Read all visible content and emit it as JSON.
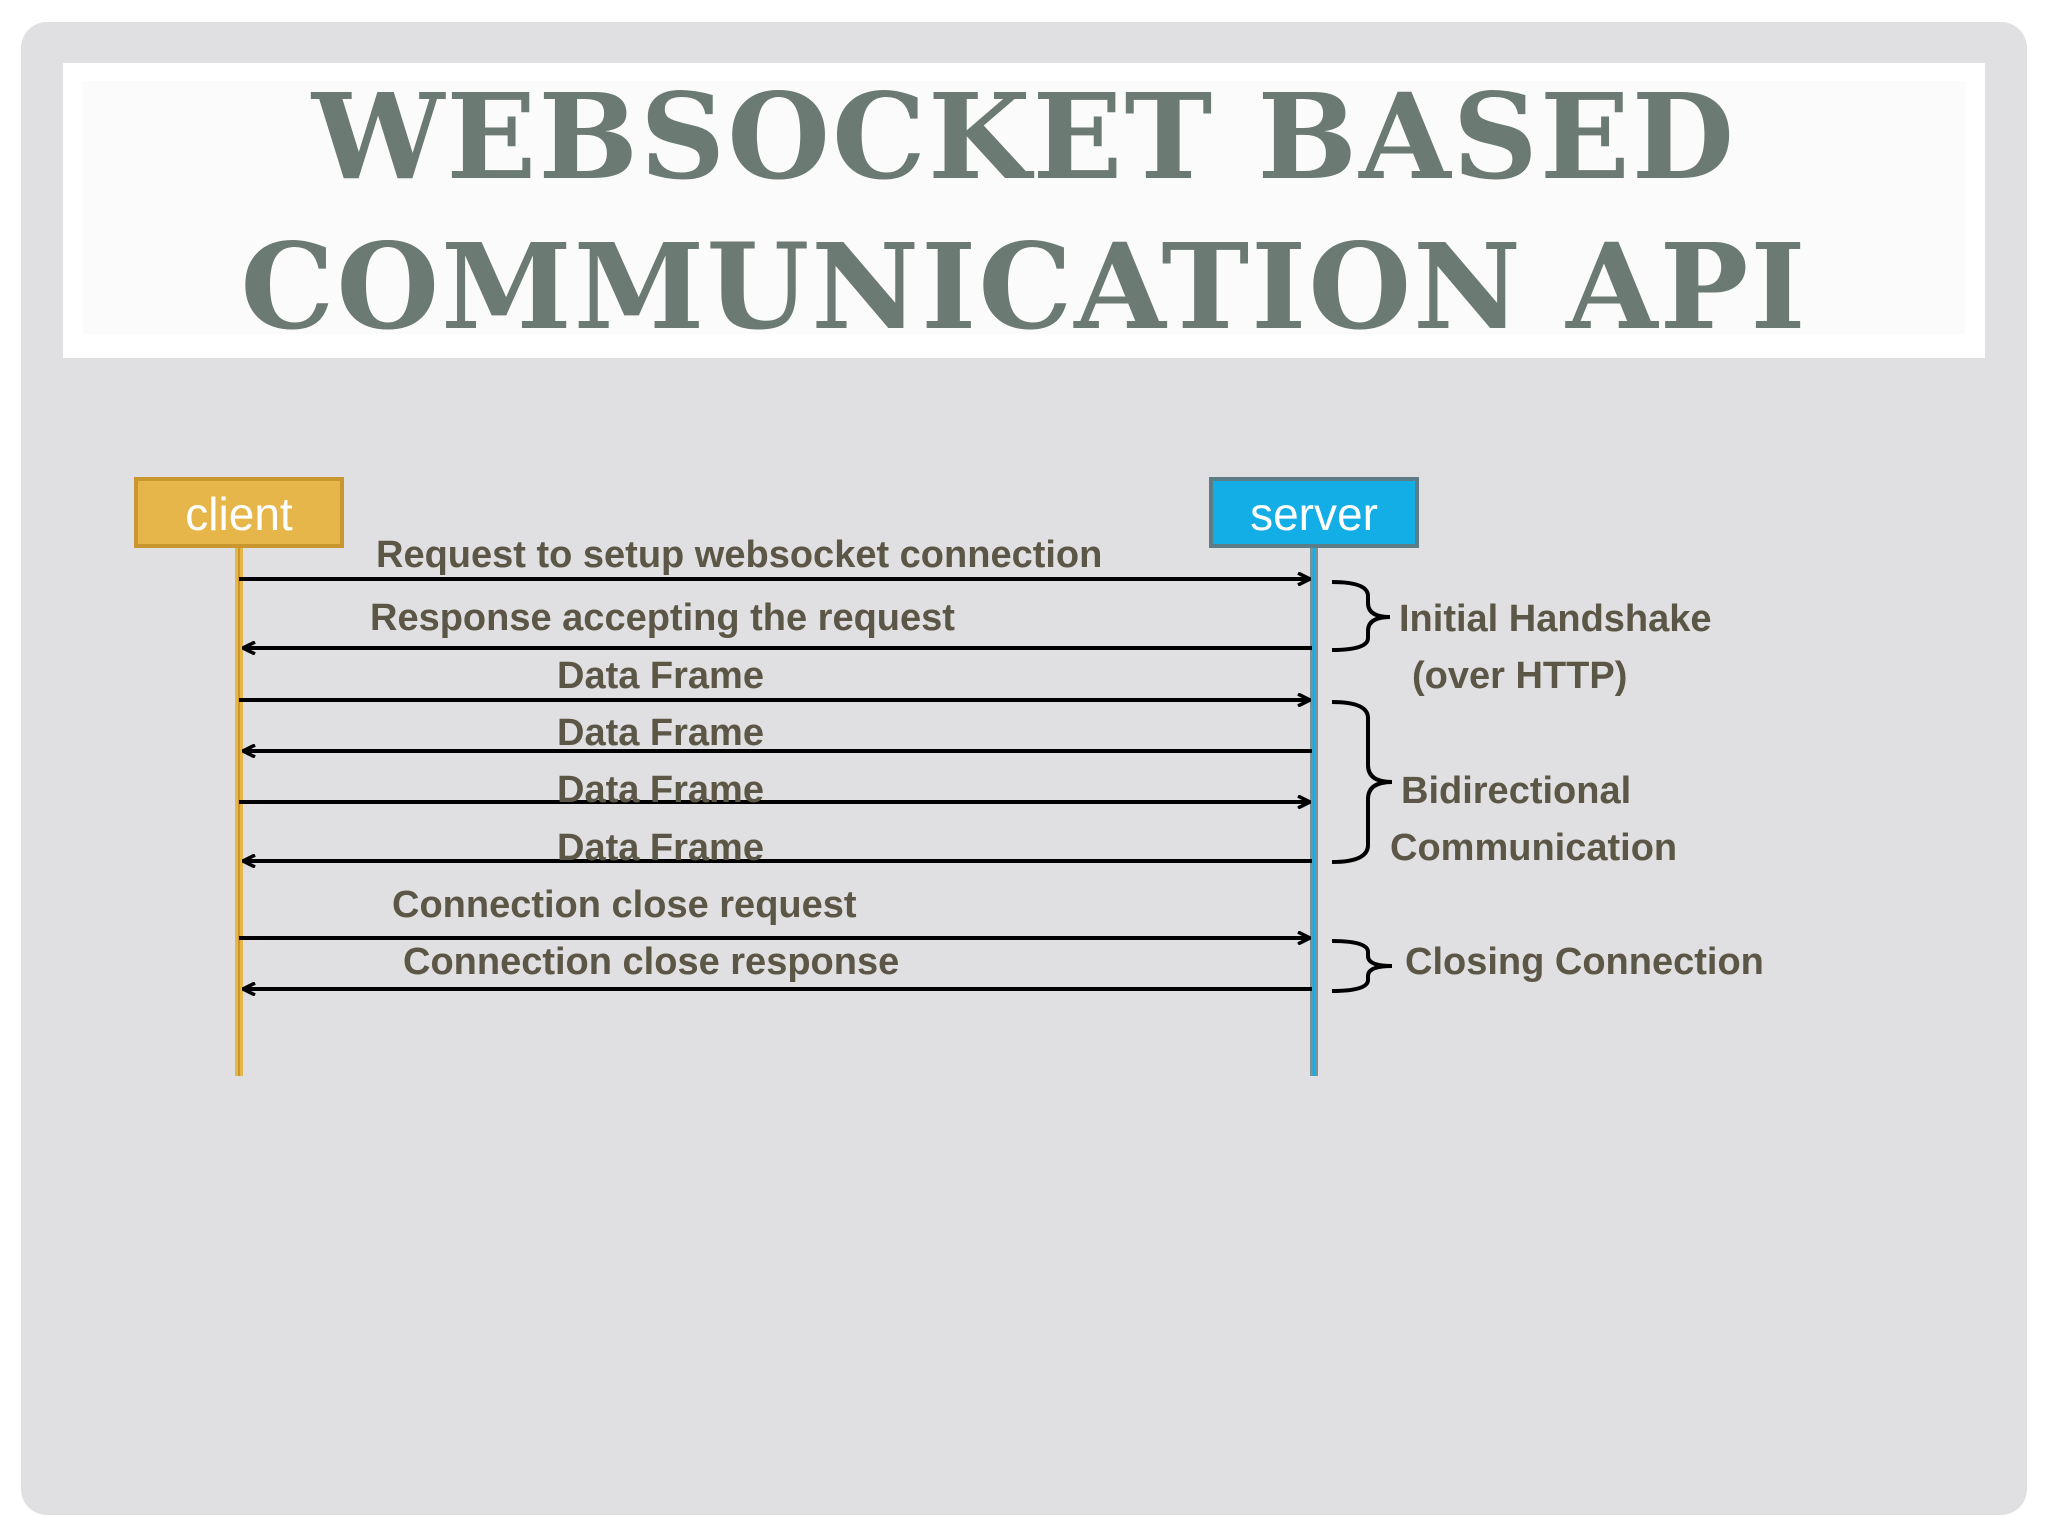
{
  "title": {
    "line1": "WEBSOCKET BASED",
    "line2": "COMMUNICATION API"
  },
  "participants": {
    "client": "client",
    "server": "server"
  },
  "messages": [
    {
      "label": "Request to setup websocket connection",
      "direction": "client-to-server"
    },
    {
      "label": "Response accepting the request",
      "direction": "server-to-client"
    },
    {
      "label": "Data Frame",
      "direction": "client-to-server"
    },
    {
      "label": "Data Frame",
      "direction": "server-to-client"
    },
    {
      "label": "Data Frame",
      "direction": "client-to-server"
    },
    {
      "label": "Data Frame",
      "direction": "server-to-client"
    },
    {
      "label": "Connection close request",
      "direction": "client-to-server"
    },
    {
      "label": "Connection close response",
      "direction": "server-to-client"
    }
  ],
  "phases": {
    "handshake": {
      "line1": "Initial Handshake",
      "line2": "(over HTTP)"
    },
    "bidirectional": {
      "line1": "Bidirectional",
      "line2": "Communication"
    },
    "closing": {
      "line1": "Closing Connection"
    }
  },
  "colors": {
    "client": "#e6b64a",
    "client_border": "#c9962f",
    "server": "#13aee6",
    "server_border": "#5c7d86",
    "text": "#5b5646",
    "title": "#6b7a72"
  }
}
